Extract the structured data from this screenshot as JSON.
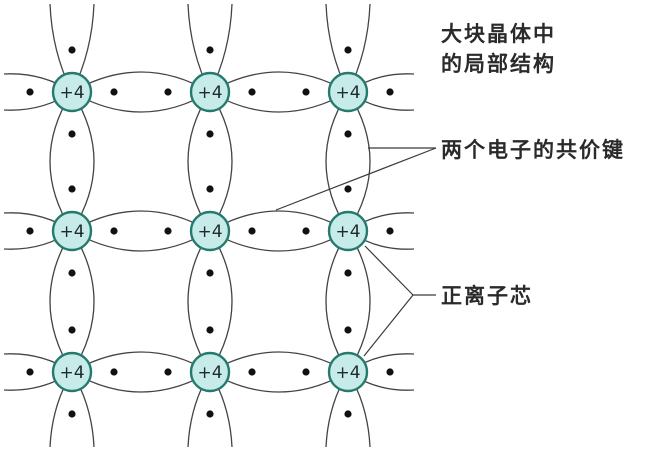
{
  "labels": {
    "title_line1": "大块晶体中",
    "title_line2": "的局部结构",
    "covalent_bond": "两个电子的共价键",
    "ion_core": "正离子芯"
  },
  "lattice": {
    "rows": 3,
    "cols": 3,
    "ion_charge": "+4"
  },
  "colors": {
    "ion_fill": "#c6ebe9",
    "ion_stroke": "#247a6c",
    "ion_text": "#1f2a2a",
    "bond_line": "#444444",
    "electron": "#111111",
    "label_text": "#2a2a2a"
  }
}
